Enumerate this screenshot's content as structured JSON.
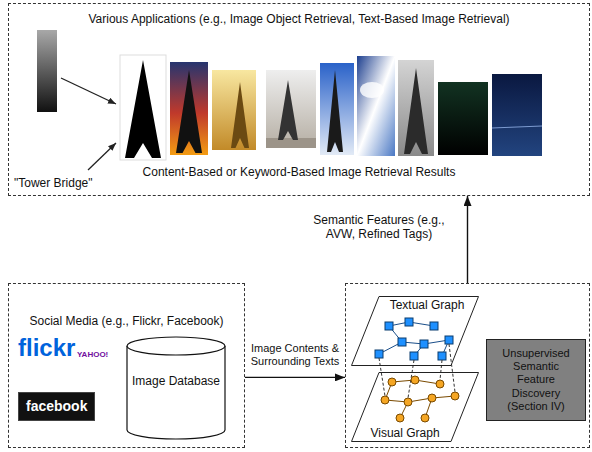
{
  "diagram": {
    "nodes": [
      {
        "text": [
          "Various Applications (e.g., Image Object Retrieval, Text-Based Image Retrieval)",
          "Content-Based or Keyword-Based Image Retrieval Results"
        ]
      },
      {
        "text": [
          "Social Media (e.g., Flickr, Facebook)"
        ]
      },
      {
        "text": [
          "Image Database"
        ],
        "in": 1
      },
      {
        "text": []
      },
      {
        "text": [
          "Textual Graph"
        ],
        "in": 3
      },
      {
        "text": [
          "Visual Graph"
        ],
        "in": 3
      },
      {
        "text": [
          "Unsupervised Semantic Feature Discovery (Section IV)"
        ],
        "in": 3
      }
    ],
    "edges": [
      {
        "from": 1,
        "to": 3,
        "label": "Image Contents & Surrounding Texts",
        "arrow": "to"
      },
      {
        "from": 3,
        "to": 0,
        "label": "Semantic Features (e.g., AVW, Refined Tags)",
        "arrow": "to"
      }
    ],
    "labels": [
      "\"Tower Bridge\"",
      "flickr",
      "YAHOO!",
      "facebook"
    ]
  }
}
